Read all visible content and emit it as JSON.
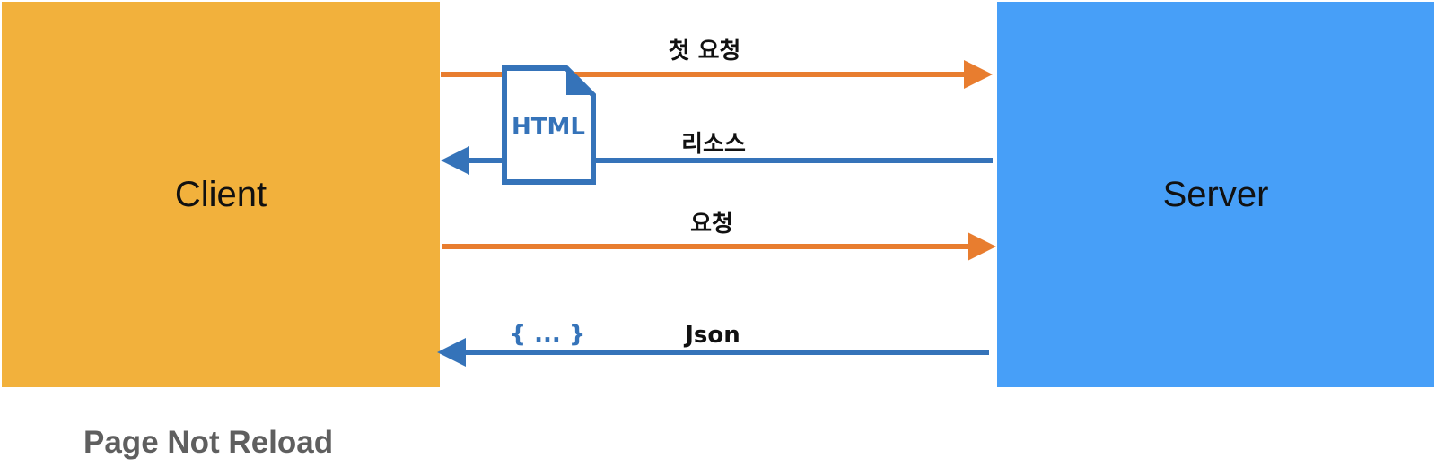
{
  "client": {
    "label": "Client",
    "color": "#F2B13C"
  },
  "server": {
    "label": "Server",
    "color": "#479FF8"
  },
  "colors": {
    "request": "#E87D2F",
    "response": "#3573B9",
    "text": "#111111",
    "footer": "#5F5F5F"
  },
  "arrows": [
    {
      "label": "첫 요청",
      "direction": "client-to-server"
    },
    {
      "label": "리소스",
      "direction": "server-to-client"
    },
    {
      "label": "요청",
      "direction": "client-to-server"
    },
    {
      "label": "Json",
      "direction": "server-to-client"
    }
  ],
  "document_icon": {
    "icon": "html-file-icon",
    "label": "HTML"
  },
  "json_glyph": "{ ... }",
  "footer": "Page Not Reload"
}
